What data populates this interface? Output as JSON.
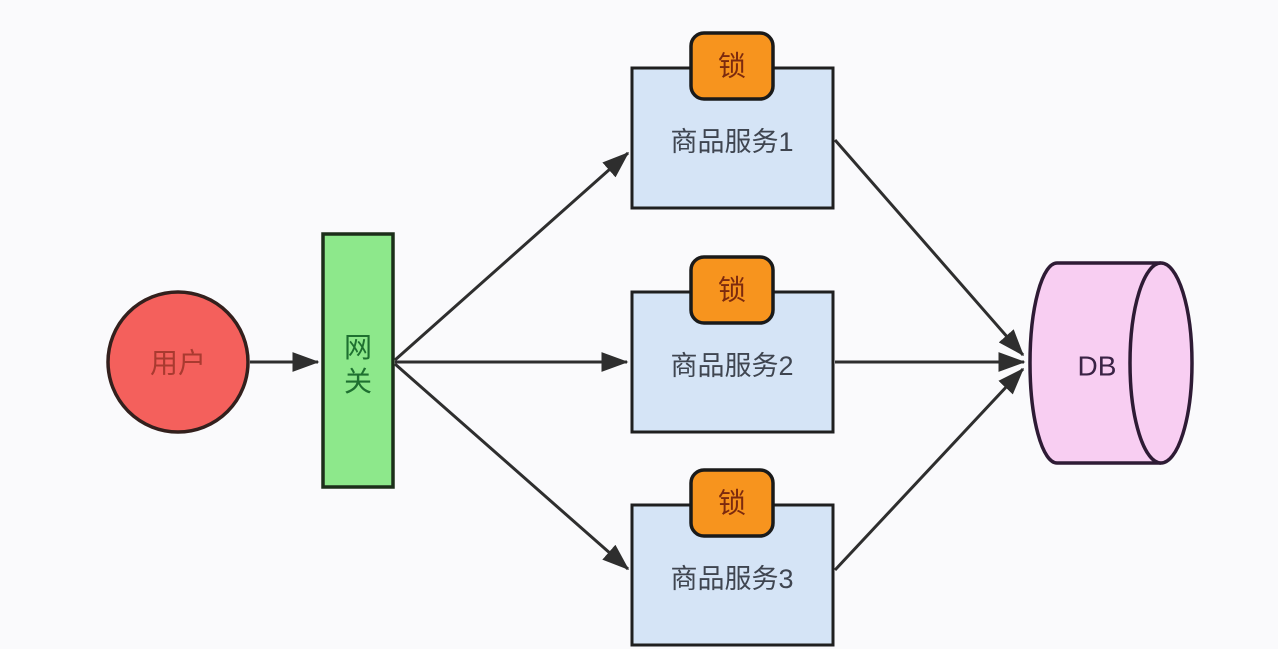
{
  "colors": {
    "bg": "#fafafc",
    "arrow": "#2e2e2e",
    "user-fill": "#f4605c",
    "user-stroke": "#33201d",
    "user-text": "#a93a30",
    "gateway-fill": "#8de88b",
    "gateway-stroke": "#1c2e1a",
    "gateway-text": "#1e7030",
    "service-fill": "#d5e4f6",
    "service-stroke": "#1f1f1f",
    "service-text": "#3f4550",
    "lock-fill": "#f7941e",
    "lock-stroke": "#1a1a1a",
    "lock-text": "#7c2a0e",
    "db-fill": "#f8cef2",
    "db-stroke": "#2e1b35",
    "db-text": "#3a2345"
  },
  "diagram": {
    "nodes": {
      "user": {
        "label": "用户",
        "shape": "circle"
      },
      "gateway": {
        "label": "网关",
        "label_chars": [
          "网",
          "关"
        ],
        "shape": "rect"
      },
      "services": [
        {
          "label": "商品服务1",
          "lock_label": "锁"
        },
        {
          "label": "商品服务2",
          "lock_label": "锁"
        },
        {
          "label": "商品服务3",
          "lock_label": "锁"
        }
      ],
      "db": {
        "label": "DB",
        "shape": "cylinder"
      }
    },
    "edges": [
      {
        "from": "user",
        "to": "gateway"
      },
      {
        "from": "gateway",
        "to": "service-1"
      },
      {
        "from": "gateway",
        "to": "service-2"
      },
      {
        "from": "gateway",
        "to": "service-3"
      },
      {
        "from": "service-1",
        "to": "db"
      },
      {
        "from": "service-2",
        "to": "db"
      },
      {
        "from": "service-3",
        "to": "db"
      }
    ]
  }
}
